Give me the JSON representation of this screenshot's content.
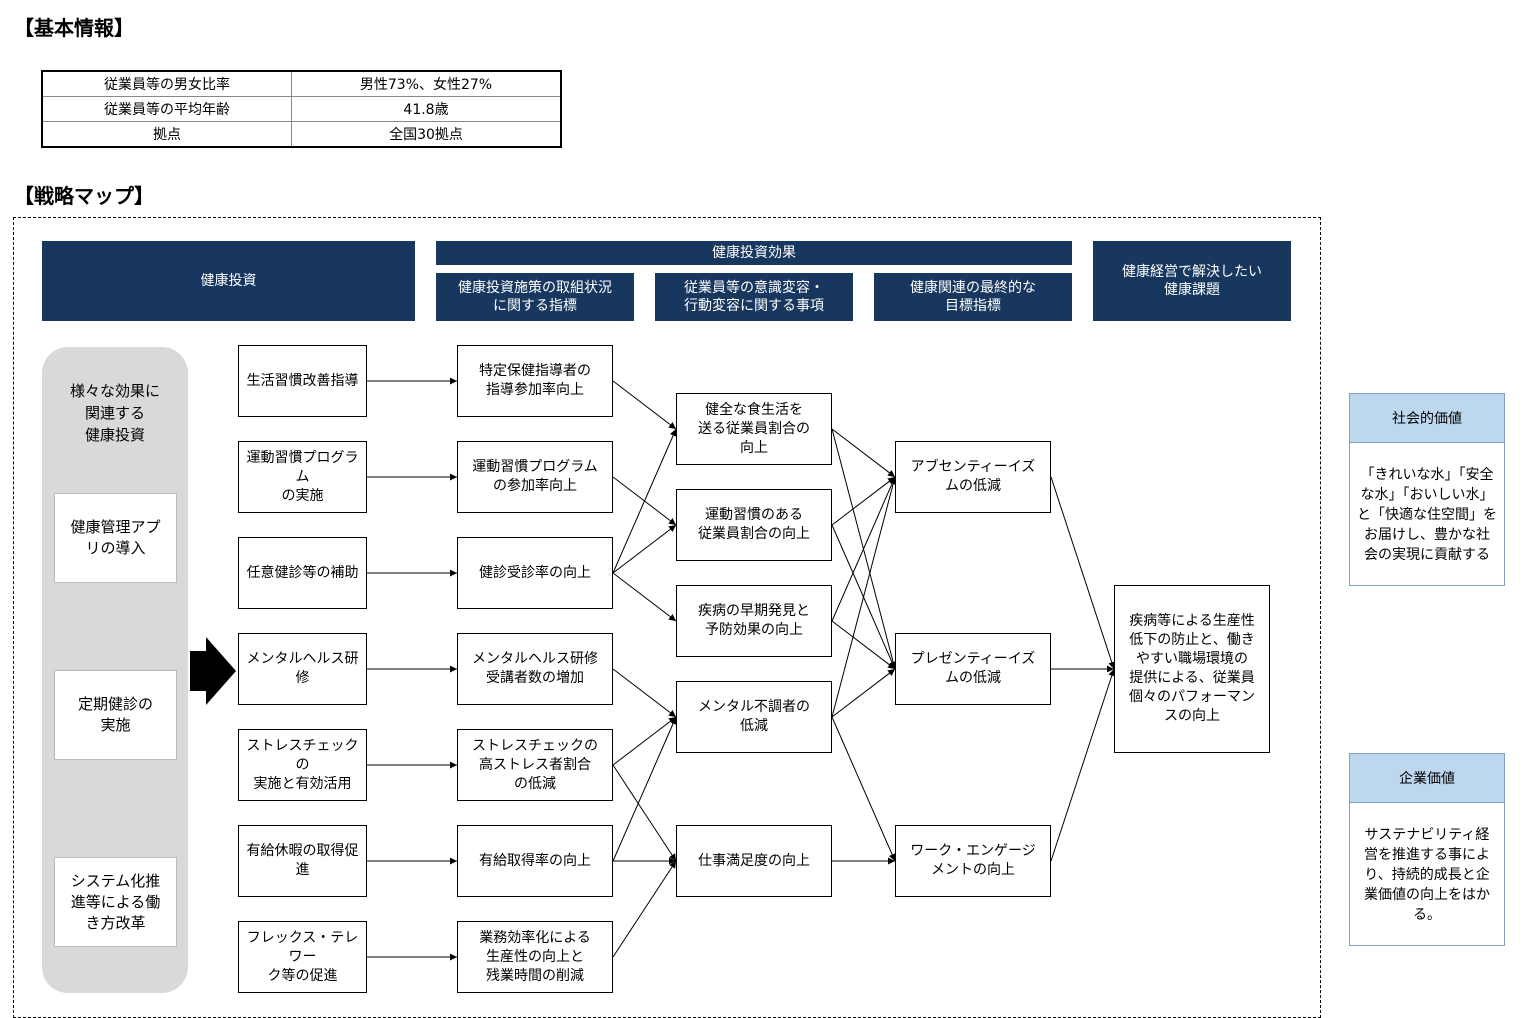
{
  "headings": {
    "basic_info": "【基本情報】",
    "strategy_map": "【戦略マップ】"
  },
  "basic_info_table": [
    {
      "label": "従業員等の男女比率",
      "value": "男性73%、女性27%"
    },
    {
      "label": "従業員等の平均年齢",
      "value": "41.8歳"
    },
    {
      "label": "拠点",
      "value": "全国30拠点"
    }
  ],
  "column_headers": {
    "investment": "健康投資",
    "effect": "健康投資効果",
    "effect_sub1": "健康投資施策の取組状況\nに関する指標",
    "effect_sub2": "従業員等の意識変容・\n行動変容に関する事項",
    "effect_sub3": "健康関連の最終的な\n目標指標",
    "issues": "健康経営で解決したい\n健康課題"
  },
  "foundation": {
    "title": "様々な効果に\n関連する\n健康投資",
    "items": [
      "健康管理アプ\nリの導入",
      "定期健診の\n実施",
      "システム化推\n進等による働\nき方改革"
    ]
  },
  "investments": [
    "生活習慣改善指導",
    "運動習慣プログラム\nの実施",
    "任意健診等の補助",
    "メンタルヘルス研修",
    "ストレスチェックの\n実施と有効活用",
    "有給休暇の取得促\n進",
    "フレックス・テレワー\nク等の促進"
  ],
  "indicators": [
    "特定保健指導者の\n指導参加率向上",
    "運動習慣プログラム\nの参加率向上",
    "健診受診率の向上",
    "メンタルヘルス研修\n受講者数の増加",
    "ストレスチェックの\n高ストレス者割合\nの低減",
    "有給取得率の向上",
    "業務効率化による\n生産性の向上と\n残業時間の削減"
  ],
  "behaviors": [
    "健全な食生活を\n送る従業員割合の\n向上",
    "運動習慣のある\n従業員割合の向上",
    "疾病の早期発見と\n予防効果の向上",
    "メンタル不調者の\n低減",
    "仕事満足度の向上"
  ],
  "goals": [
    "アブセンティーイズ\nムの低減",
    "プレゼンティーイズ\nムの低減",
    "ワーク・エンゲージ\nメントの向上"
  ],
  "issue": "疾病等による生産性\n低下の防止と、働き\nやすい職場環境の\n提供による、従業員\n個々のパフォーマン\nスの向上",
  "values": [
    {
      "title": "社会的価値",
      "body": "「きれいな水」「安全\nな水」「おいしい水」\nと「快適な住空間」を\nお届けし、豊かな社\n会の実現に貢献する"
    },
    {
      "title": "企業価値",
      "body": "サステナビリティ経\n営を推進する事によ\nり、持続的成長と企\n業価値の向上をはか\nる。"
    }
  ],
  "colors": {
    "header": "#17375e",
    "value_header": "#bdd7ee",
    "foundation": "#d9d9d9"
  }
}
